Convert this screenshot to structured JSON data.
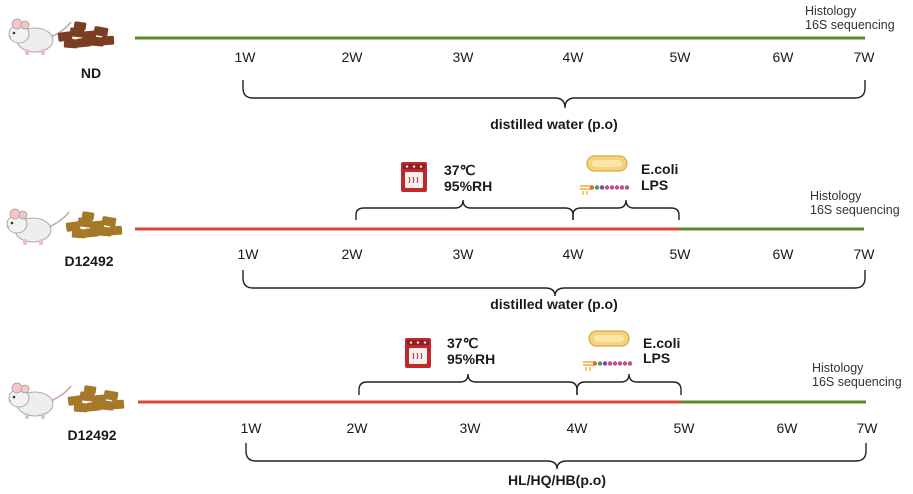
{
  "colors": {
    "green": "#5a8a2a",
    "red": "#d9473a",
    "brace": "#222222",
    "oven": "#c0282b",
    "bacteria_fill": "#f6d27a"
  },
  "icons": [
    "mouse-icon",
    "diet-pellets-icon",
    "oven-icon",
    "bacteria-icon",
    "lps-molecule-icon"
  ],
  "rows": [
    {
      "group": "ND",
      "ticks": [
        "1W",
        "2W",
        "3W",
        "4W",
        "5W",
        "6W",
        "7W"
      ],
      "outputs": [
        "Histology",
        "16S sequencing"
      ],
      "treatment": "distilled water (p.o)",
      "has_challenge": false
    },
    {
      "group": "D12492",
      "ticks": [
        "1W",
        "2W",
        "3W",
        "4W",
        "5W",
        "6W",
        "7W"
      ],
      "outputs": [
        "Histology",
        "16S sequencing"
      ],
      "treatment": "distilled water (p.o)",
      "has_challenge": true,
      "heat": {
        "temp": "37℃",
        "humidity": "95%RH"
      },
      "infection": {
        "agent": "E.coli",
        "toxin": "LPS"
      }
    },
    {
      "group": "D12492",
      "ticks": [
        "1W",
        "2W",
        "3W",
        "4W",
        "5W",
        "6W",
        "7W"
      ],
      "outputs": [
        "Histology",
        "16S sequencing"
      ],
      "treatment": "HL/HQ/HB(p.o)",
      "has_challenge": true,
      "heat": {
        "temp": "37℃",
        "humidity": "95%RH"
      },
      "infection": {
        "agent": "E.coli",
        "toxin": "LPS"
      }
    }
  ]
}
